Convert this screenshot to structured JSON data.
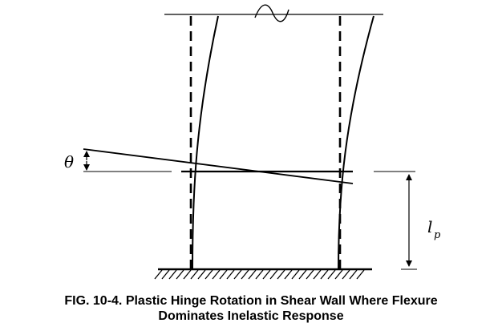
{
  "figure": {
    "caption_line1": "FIG. 10-4. Plastic Hinge Rotation in Shear Wall Where Flexure",
    "caption_line2": "Dominates Inelastic Response"
  },
  "labels": {
    "rotation_symbol": "θ",
    "hinge_length_symbol": "l",
    "hinge_length_subscript": "p"
  }
}
